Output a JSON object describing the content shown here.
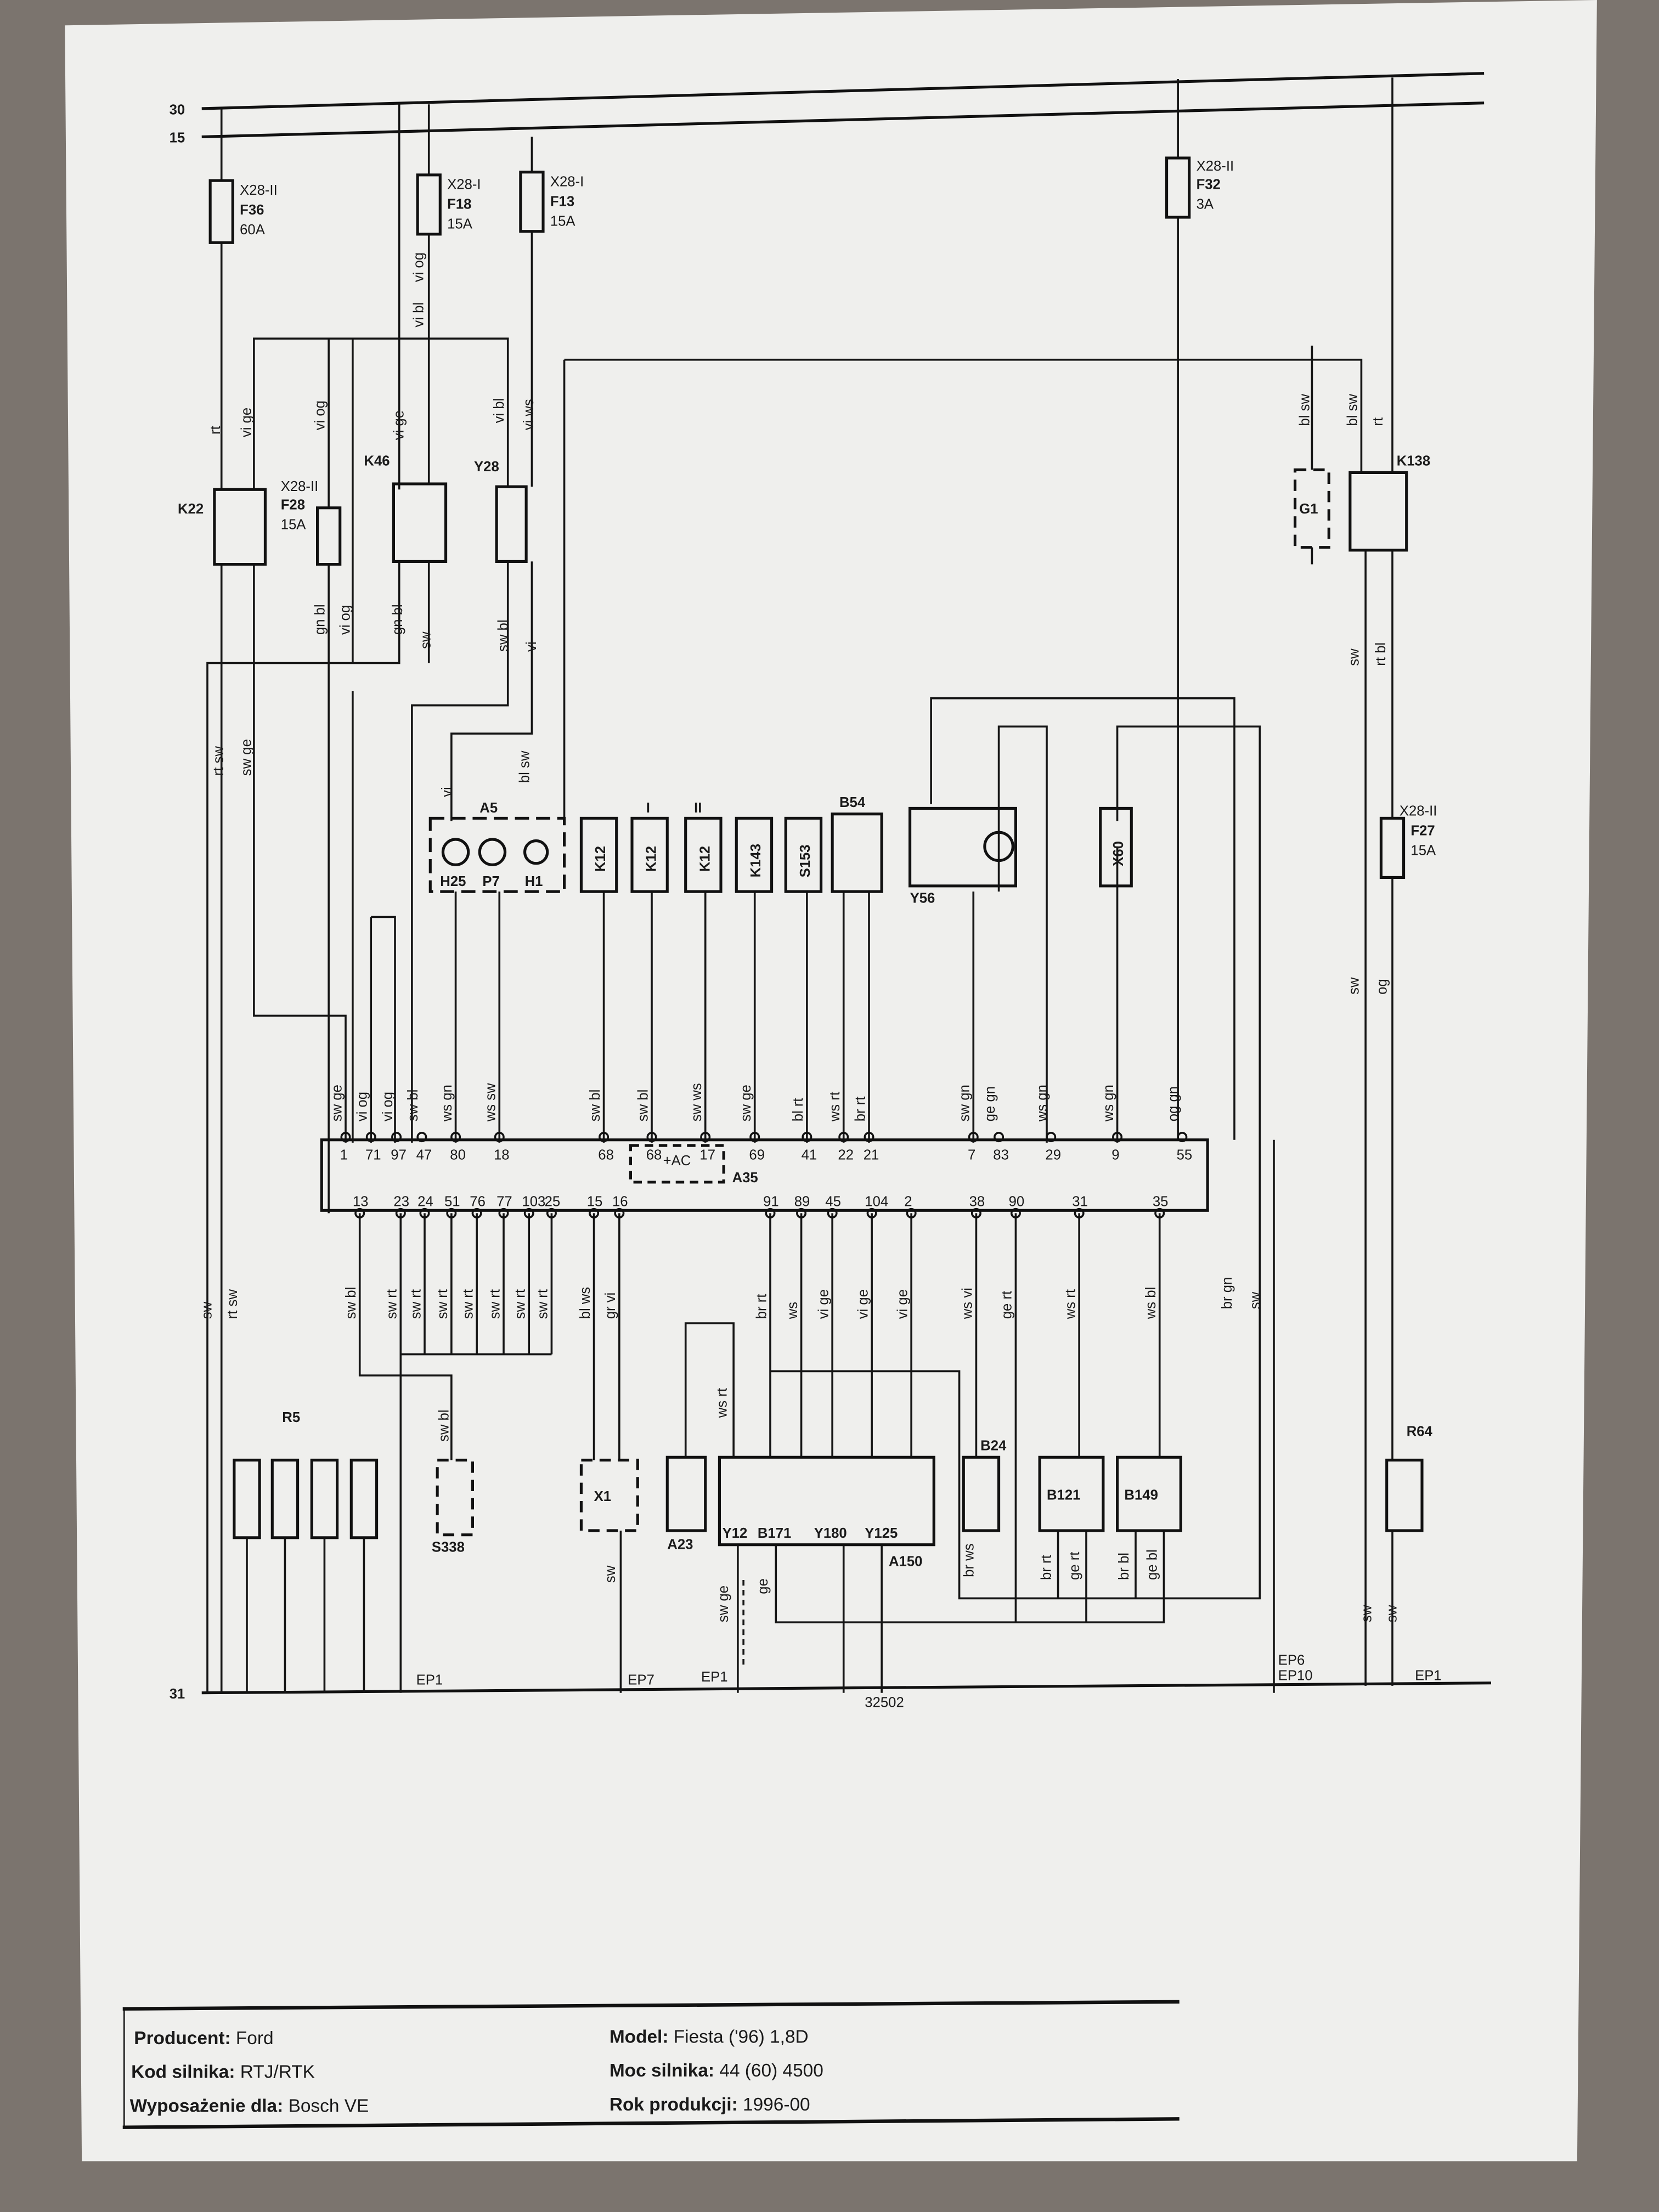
{
  "buses": {
    "b30": "30",
    "b15": "15",
    "b31": "31"
  },
  "fuses": [
    {
      "loc": "X28-II",
      "id": "F36",
      "rating": "60A"
    },
    {
      "loc": "X28-I",
      "id": "F18",
      "rating": "15A"
    },
    {
      "loc": "X28-I",
      "id": "F13",
      "rating": "15A"
    },
    {
      "loc": "X28-II",
      "id": "F32",
      "rating": "3A"
    },
    {
      "loc": "X28-II",
      "id": "F28",
      "rating": "15A"
    },
    {
      "loc": "X28-II",
      "id": "F27",
      "rating": "15A"
    }
  ],
  "relays": {
    "k22": "K22",
    "k46": "K46",
    "y28": "Y28",
    "g1": "G1",
    "k138": "K138"
  },
  "components": {
    "a5": "A5",
    "h25": "H25",
    "p7": "P7",
    "h1": "H1",
    "k12": "K12",
    "k12_1": "I",
    "k12_2": "II",
    "k143": "K143",
    "s153": "S153",
    "b54": "B54",
    "y56": "Y56",
    "x60": "X60",
    "a35": "A35",
    "ac": "+AC",
    "r5": "R5",
    "s338": "S338",
    "x1": "X1",
    "a23": "A23",
    "y12": "Y12",
    "b171": "B171",
    "y180": "Y180",
    "y125": "Y125",
    "a150": "A150",
    "b24": "B24",
    "b121": "B121",
    "b149": "B149",
    "r64": "R64"
  },
  "ground_points": {
    "ep1a": "EP1",
    "ep7": "EP7",
    "ep1b": "EP1",
    "ep6": "EP6",
    "ep10": "EP10",
    "ep1c": "EP1",
    "code": "32502"
  },
  "a35_top_pins": [
    "1",
    "71",
    "97",
    "47",
    "80",
    "18",
    "68",
    "68",
    "17",
    "69",
    "41",
    "22",
    "21",
    "7",
    "83",
    "29",
    "9",
    "55"
  ],
  "a35_top_wires": [
    "sw ge",
    "vi og",
    "vi og",
    "sw bl",
    "ws gn",
    "ws sw",
    "sw bl",
    "sw bl",
    "sw ws",
    "sw ge",
    "bl rt",
    "ws rt",
    "br rt",
    "sw gn",
    "ge gn",
    "ws gn",
    "ws gn",
    "og gn"
  ],
  "a35_bottom_pins": [
    "13",
    "23",
    "24",
    "51",
    "76",
    "77",
    "103",
    "25",
    "15",
    "16",
    "91",
    "89",
    "45",
    "104",
    "2",
    "38",
    "90",
    "31",
    "35"
  ],
  "a35_bottom_wires": [
    "sw bl",
    "sw rt",
    "sw rt",
    "sw rt",
    "sw rt",
    "sw rt",
    "sw rt",
    "sw rt",
    "bl ws",
    "gr vi",
    "br rt",
    "ws",
    "vi ge",
    "vi ge",
    "vi ge",
    "ws vi",
    "ge rt",
    "ws rt",
    "ws bl"
  ],
  "wire_labels": {
    "rt1": "rt",
    "vige1": "vi ge",
    "viog1": "vi og",
    "vige2": "vi ge",
    "vibl1": "vi bl",
    "viws": "vi ws",
    "vibl2": "vi bl",
    "viog2": "vi og",
    "gnbl1": "gn bl",
    "viog3": "vi og",
    "gnbl2": "gn bl",
    "sw1": "sw",
    "swbl1": "sw bl",
    "vi1": "vi",
    "rtsw1": "rt sw",
    "swge1": "sw ge",
    "vi2": "vi",
    "blsw1": "bl sw",
    "blsw2": "bl sw",
    "blsw3": "bl sw",
    "rt2": "rt",
    "sw2": "sw",
    "rtbl": "rt bl",
    "sw3": "sw",
    "og": "og",
    "sw4": "sw",
    "rtsw2": "rt sw",
    "brgn": "br gn",
    "sw5": "sw",
    "swbl2": "sw bl",
    "sw6": "sw",
    "wsrt": "ws rt",
    "swge2": "sw ge",
    "ge": "ge",
    "brws": "br ws",
    "brrt": "br rt",
    "gert": "ge rt",
    "brbl": "br bl",
    "gebl": "ge bl",
    "sw7": "sw",
    "sw8": "sw"
  },
  "title_block": {
    "producer_label": "Producent:",
    "producer": "Ford",
    "engine_code_label": "Kod silnika:",
    "engine_code": "RTJ/RTK",
    "equipment_label": "Wyposażenie dla:",
    "equipment": "Bosch VE",
    "model_label": "Model:",
    "model": "Fiesta ('96) 1,8D",
    "power_label": "Moc silnika:",
    "power": "44 (60) 4500",
    "year_label": "Rok produkcji:",
    "year": "1996-00"
  }
}
